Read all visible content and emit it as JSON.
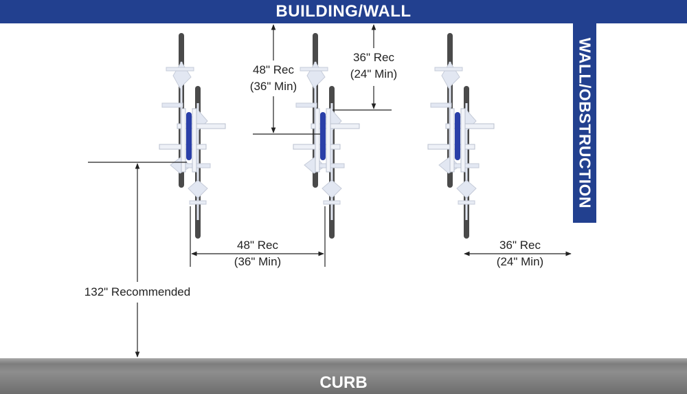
{
  "labels": {
    "building_wall": "BUILDING/WALL",
    "wall_obstruction": "WALL/OBSTRUCTION",
    "curb": "CURB",
    "wall_clearance_rec": "48\" Rec",
    "wall_clearance_min": "(36\" Min)",
    "wall_clearance2_rec": "36\" Rec",
    "wall_clearance2_min": "(24\" Min)",
    "rack_spacing_rec": "48\" Rec",
    "rack_spacing_min": "(36\" Min)",
    "side_clearance_rec": "36\" Rec",
    "side_clearance_min": "(24\" Min)",
    "curb_clearance": "132\" Recommended"
  },
  "colors": {
    "wall_blue": "#22408f",
    "curb_gray": "#7d7d7d",
    "rack_blue": "#2a3fa8",
    "tire": "#4a4a4a",
    "frame": "#dde3ef"
  },
  "icons": [
    "bike-rack-icon",
    "bicycle-icon"
  ]
}
